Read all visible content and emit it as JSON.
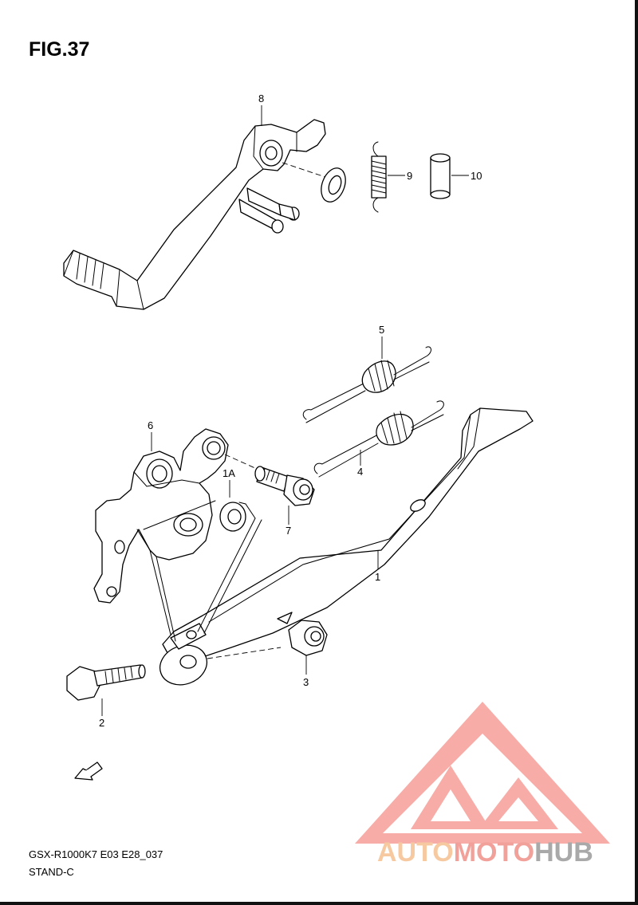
{
  "figure": {
    "title": "FIG.37"
  },
  "callouts": {
    "p1": "1",
    "p1a": "1A",
    "p2": "2",
    "p3": "3",
    "p4": "4",
    "p5": "5",
    "p6": "6",
    "p7": "7",
    "p8": "8",
    "p9": "9",
    "p10": "10"
  },
  "fwd_arrow_label": "FWD",
  "footer": {
    "model_code": "GSX-R1000K7 E03 E28_037",
    "section": "STAND-C"
  },
  "watermark": {
    "part1": "AUTO",
    "part2": "MOTO",
    "part3": "HUB"
  },
  "colors": {
    "watermark_red": "#f26a60",
    "watermark_orange": "#f5a050",
    "watermark_gray": "#8a8a8a"
  }
}
